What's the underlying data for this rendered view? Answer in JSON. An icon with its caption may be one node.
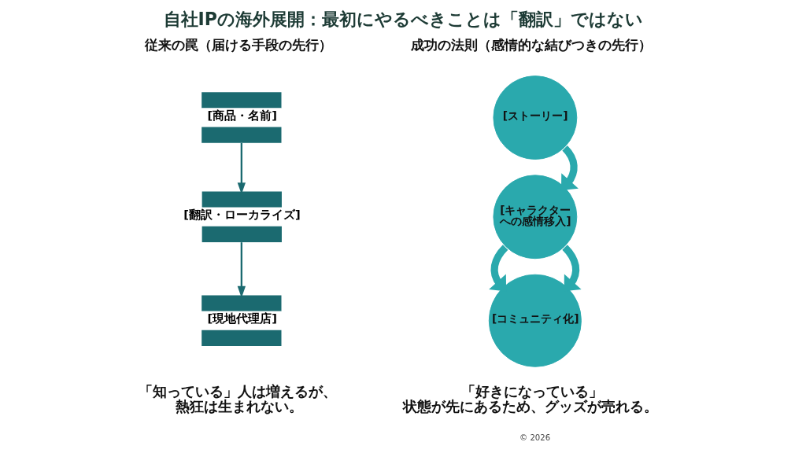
{
  "diagram": {
    "title": "自社IPの海外展開：最初にやるべきことは「翻訳」ではない",
    "nodes": [
      {
        "text": [
          "[商品・名前]"
        ]
      },
      {
        "text": [
          "[翻訳・ローカライズ]"
        ]
      },
      {
        "text": [
          "[現地代理店]"
        ]
      },
      {
        "text": [
          "[ストーリー]"
        ]
      },
      {
        "text": [
          "[キャラクターへの感情移入]"
        ]
      },
      {
        "text": [
          "[コミュニティ化]"
        ]
      }
    ],
    "edges": [
      {
        "from": 0,
        "to": 1,
        "arrow": "to",
        "color": "#1b6a70"
      },
      {
        "from": 1,
        "to": 2,
        "arrow": "to",
        "color": "#1b6a70"
      },
      {
        "from": 3,
        "to": 4,
        "arrow": "to"
      },
      {
        "from": 4,
        "to": 5,
        "arrow": "to"
      },
      {
        "from": 4,
        "to": 5,
        "arrow": "to"
      }
    ],
    "labels": [
      "従来の罠（届ける手段の先行）",
      "成功の法則（感情的な結びつきの先行）",
      "「知っている」人は増えるが、熱狂は生まれない。",
      "「好きになっている」状態が先にあるため、グッズが売れる。",
      "© 2026"
    ]
  }
}
